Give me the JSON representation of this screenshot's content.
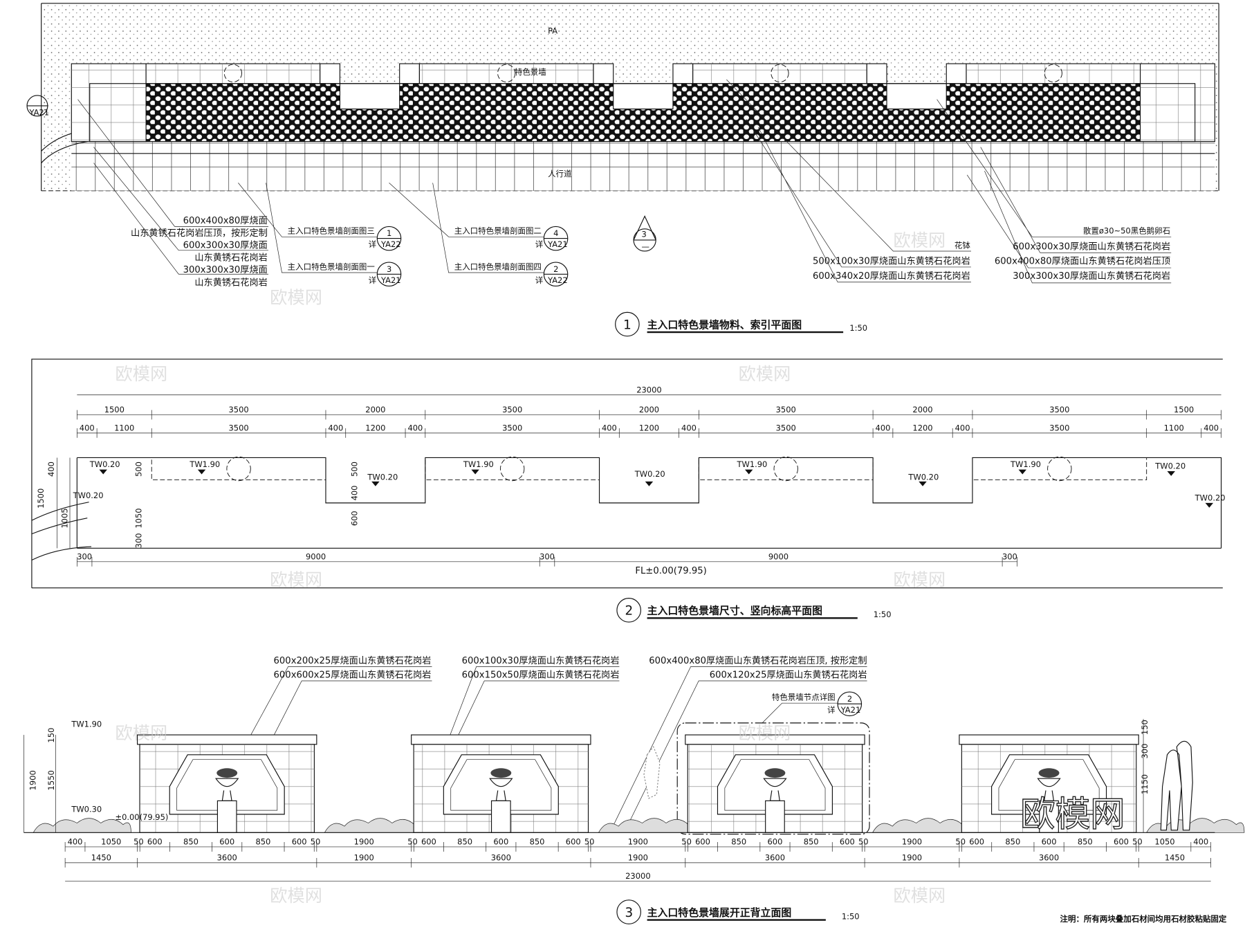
{
  "plan1": {
    "area_label": "PA",
    "wall_label": "特色景墙",
    "walk_label": "人行道",
    "pebble_label": "黑色鹅卵石",
    "left_index": {
      "num": "",
      "sheet": "YA21"
    },
    "section_marker": {
      "num": "3",
      "sheet": "—"
    },
    "left_notes": [
      "600x400x80厚烧面",
      "山东黄锈石花岗岩压顶，按形定制",
      "600x300x30厚烧面",
      "山东黄锈石花岗岩",
      "300x300x30厚烧面",
      "山东黄锈石花岗岩"
    ],
    "callouts": [
      {
        "text": "主入口特色景墙剖面图三",
        "detail": "详",
        "num": "1",
        "sheet": "YA22"
      },
      {
        "text": "主入口特色景墙剖面图一",
        "detail": "详",
        "num": "3",
        "sheet": "YA21"
      },
      {
        "text": "主入口特色景墙剖面图二",
        "detail": "详",
        "num": "4",
        "sheet": "YA21"
      },
      {
        "text": "主入口特色景墙剖面图四",
        "detail": "详",
        "num": "2",
        "sheet": "YA22"
      }
    ],
    "mid_notes": [
      "花钵",
      "500x100x30厚烧面山东黄锈石花岗岩",
      "600x340x20厚烧面山东黄锈石花岗岩"
    ],
    "right_notes": [
      "散置ø30~50黑色鹅卵石",
      "600x300x30厚烧面山东黄锈石花岗岩",
      "600x400x80厚烧面山东黄锈石花岗岩压顶",
      "300x300x30厚烧面山东黄锈石花岗岩"
    ],
    "title": {
      "num": "1",
      "text": "主入口特色景墙物料、索引平面图",
      "scale": "1:50"
    }
  },
  "plan2": {
    "total": "23000",
    "row1": [
      1500,
      3500,
      2000,
      3500,
      2000,
      3500,
      2000,
      3500,
      1500
    ],
    "row2": [
      400,
      1100,
      3500,
      400,
      1200,
      400,
      3500,
      400,
      1200,
      400,
      3500,
      400,
      1200,
      400,
      3500,
      1100,
      400
    ],
    "bottom": [
      300,
      9000,
      300,
      9000,
      300
    ],
    "levels": {
      "tw020": "TW0.20",
      "tw190": "TW1.90",
      "fl": "FL±0.00(79.95)"
    },
    "left_dims": [
      "400",
      "1500",
      "1005",
      "1050",
      "500",
      "300"
    ],
    "notch_dims": [
      "500",
      "400",
      "600"
    ],
    "title": {
      "num": "2",
      "text": "主入口特色景墙尺寸、竖向标高平面图",
      "scale": "1:50"
    }
  },
  "elev3": {
    "notes_a": [
      "600x200x25厚烧面山东黄锈石花岗岩",
      "600x600x25厚烧面山东黄锈石花岗岩"
    ],
    "notes_b": [
      "600x100x30厚烧面山东黄锈石花岗岩",
      "600x150x50厚烧面山东黄锈石花岗岩"
    ],
    "notes_c": [
      "600x400x80厚烧面山东黄锈石花岗岩压顶, 按形定制",
      "600x120x25厚烧面山东黄锈石花岗岩"
    ],
    "detail_callout": {
      "text": "特色景墙节点详图",
      "detail": "详",
      "num": "2",
      "sheet": "YA21"
    },
    "levels": {
      "tw190": "TW1.90",
      "tw030": "TW0.30",
      "fl": "±0.00(79.95)"
    },
    "left_dims": [
      "150",
      "1550",
      "1900"
    ],
    "right_dims": [
      "150",
      "300",
      "1150"
    ],
    "row1": [
      400,
      1050,
      50,
      600,
      850,
      600,
      850,
      600,
      50,
      1900,
      50,
      600,
      850,
      600,
      850,
      600,
      50,
      1900,
      50,
      600,
      850,
      600,
      850,
      600,
      50,
      1900,
      50,
      600,
      850,
      600,
      850,
      600,
      50,
      1050,
      400
    ],
    "row2": [
      1450,
      3600,
      1900,
      3600,
      1900,
      3600,
      1900,
      3600,
      1450
    ],
    "total": "23000",
    "title": {
      "num": "3",
      "text": "主入口特色景墙展开正背立面图",
      "scale": "1:50"
    },
    "note": "注明：所有两块叠加石材间均用石材胶粘贴固定"
  },
  "watermark": "欧模网"
}
